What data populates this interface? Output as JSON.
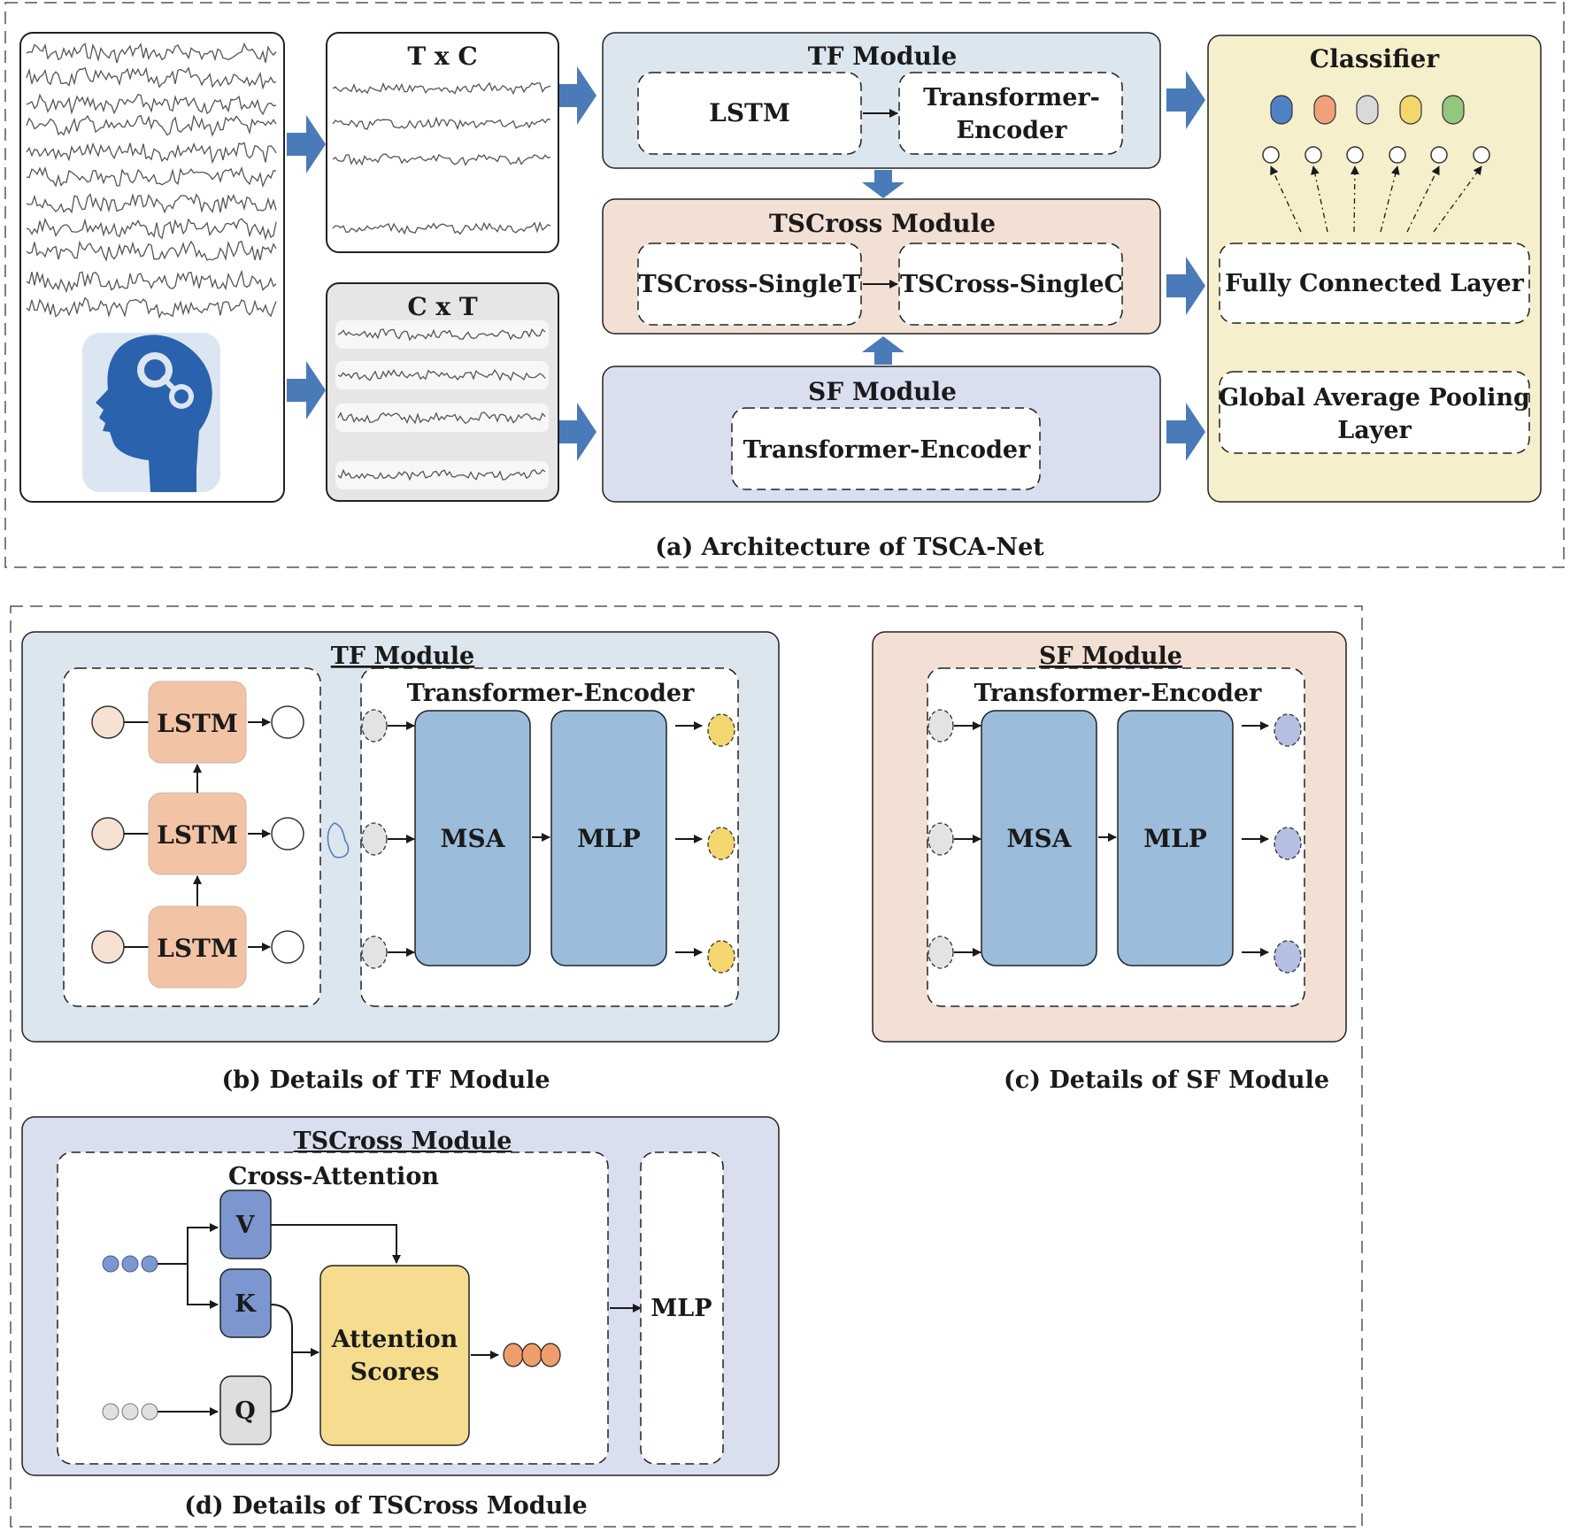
{
  "panel_a": {
    "caption": "(a) Architecture of  TSCA-Net",
    "txc_label": "T x C",
    "cxt_label": "C x T",
    "tf_module": {
      "title": "TF  Module",
      "lstm": "LSTM",
      "encoder_line1": "Transformer-",
      "encoder_line2": "Encoder"
    },
    "tscross_module": {
      "title": "TSCross Module",
      "single_t": "TSCross-SingleT",
      "single_c": "TSCross-SingleC"
    },
    "sf_module": {
      "title": "SF  Module",
      "encoder": "Transformer-Encoder"
    },
    "classifier": {
      "title": "Classifier",
      "class_colors": [
        "#4f81c7",
        "#f0a07a",
        "#d9d9d9",
        "#f3d66d",
        "#93c77f"
      ],
      "fc_layer": "Fully Connected Layer",
      "gap_line1": "Global Average Pooling",
      "gap_line2": "Layer"
    }
  },
  "panel_b": {
    "caption": "(b) Details of TF Module",
    "title": "TF  Module",
    "lstm_labels": [
      "LSTM",
      "LSTM",
      "LSTM"
    ],
    "encoder_title": "Transformer-Encoder",
    "msa": "MSA",
    "mlp": "MLP"
  },
  "panel_c": {
    "caption": "(c) Details of SF Module",
    "title": "SF  Module",
    "encoder_title": "Transformer-Encoder",
    "msa": "MSA",
    "mlp": "MLP"
  },
  "panel_d": {
    "caption": "(d) Details of TSCross Module",
    "title": "TSCross Module",
    "cross_attention": "Cross-Attention",
    "v": "V",
    "k": "K",
    "q": "Q",
    "scores_line1": "Attention",
    "scores_line2": "Scores",
    "mlp": "MLP"
  },
  "colors": {
    "tf_bg": "#dce6ef",
    "tscross_bg": "#f3e0d4",
    "sf_bg": "#dadff0",
    "classifier_bg": "#f6efcc",
    "encoder_block": "#9bbcdb",
    "lstm_block": "#f2c4a5",
    "attention_scores": "#f5dc8e",
    "arrow_blue": "#4a7ab8"
  }
}
